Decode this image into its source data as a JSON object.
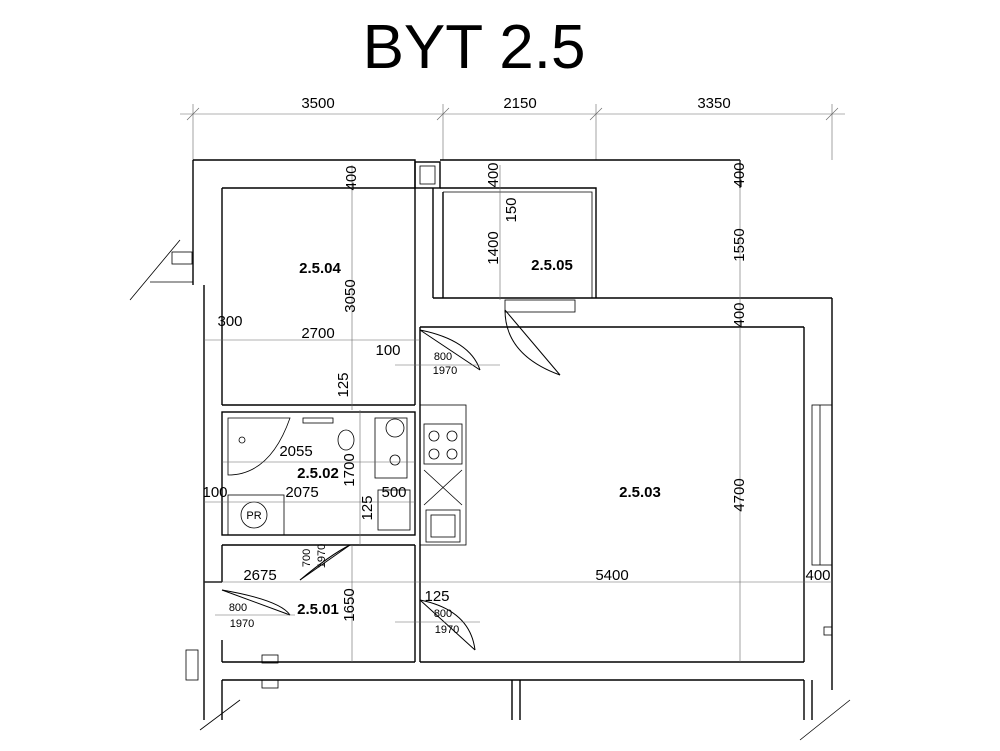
{
  "title": "BYT 2.5",
  "rooms": {
    "r204": "2.5.04",
    "r205": "2.5.05",
    "r203": "2.5.03",
    "r202": "2.5.02",
    "r201": "2.5.01"
  },
  "dims_top": [
    "3500",
    "2150",
    "3350"
  ],
  "dims": {
    "d400a": "400",
    "d400b": "400",
    "d400c": "400",
    "d400d": "400",
    "d400e": "400",
    "d150": "150",
    "d1400": "1400",
    "d1550": "1550",
    "d3050": "3050",
    "d300": "300",
    "d2700": "2700",
    "d100a": "100",
    "d125a": "125",
    "d2055": "2055",
    "d1700": "1700",
    "d100b": "100",
    "d2075": "2075",
    "d125b": "125",
    "d500": "500",
    "d4700": "4700",
    "d2675": "2675",
    "d5400": "5400",
    "d1650": "1650",
    "d125c": "125"
  },
  "doors": [
    {
      "w": "800",
      "h": "1970"
    },
    {
      "w": "700",
      "h": "1970"
    },
    {
      "w": "800",
      "h": "1970"
    },
    {
      "w": "800",
      "h": "1970"
    }
  ],
  "fixtures": {
    "pr": "PR"
  }
}
